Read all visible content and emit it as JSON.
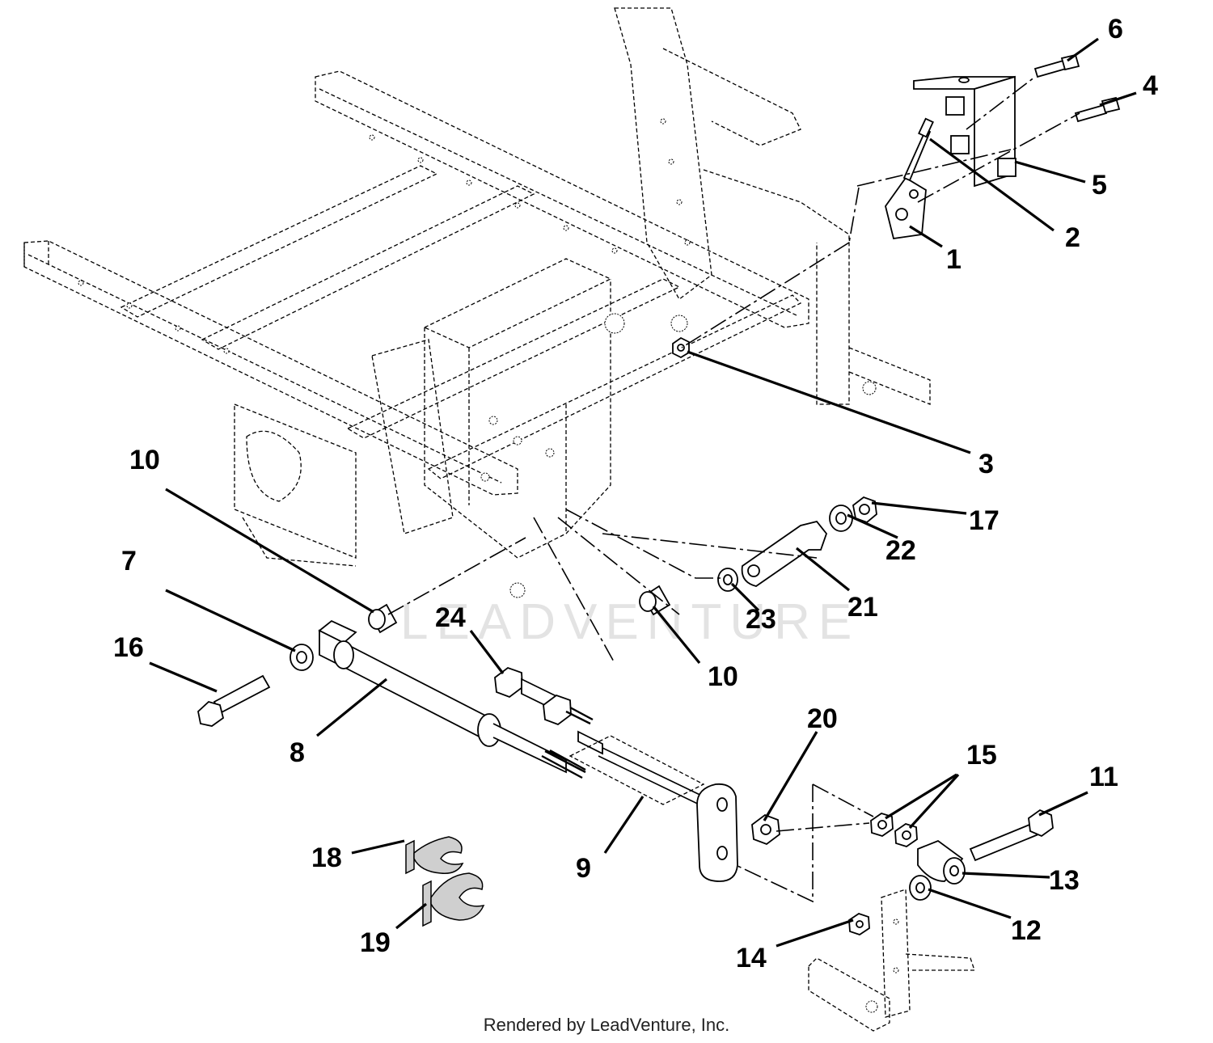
{
  "callouts": [
    {
      "id": "c1",
      "label": "1"
    },
    {
      "id": "c2",
      "label": "2"
    },
    {
      "id": "c3",
      "label": "3"
    },
    {
      "id": "c4",
      "label": "4"
    },
    {
      "id": "c5",
      "label": "5"
    },
    {
      "id": "c6",
      "label": "6"
    },
    {
      "id": "c7",
      "label": "7"
    },
    {
      "id": "c8",
      "label": "8"
    },
    {
      "id": "c9",
      "label": "9"
    },
    {
      "id": "c10a",
      "label": "10"
    },
    {
      "id": "c10b",
      "label": "10"
    },
    {
      "id": "c11",
      "label": "11"
    },
    {
      "id": "c12",
      "label": "12"
    },
    {
      "id": "c13",
      "label": "13"
    },
    {
      "id": "c14",
      "label": "14"
    },
    {
      "id": "c15",
      "label": "15"
    },
    {
      "id": "c16",
      "label": "16"
    },
    {
      "id": "c17",
      "label": "17"
    },
    {
      "id": "c18",
      "label": "18"
    },
    {
      "id": "c19",
      "label": "19"
    },
    {
      "id": "c20",
      "label": "20"
    },
    {
      "id": "c21",
      "label": "21"
    },
    {
      "id": "c22",
      "label": "22"
    },
    {
      "id": "c23",
      "label": "23"
    },
    {
      "id": "c24",
      "label": "24"
    }
  ],
  "watermark": "LEADVENTURE",
  "footer": "Rendered by LeadVenture, Inc."
}
